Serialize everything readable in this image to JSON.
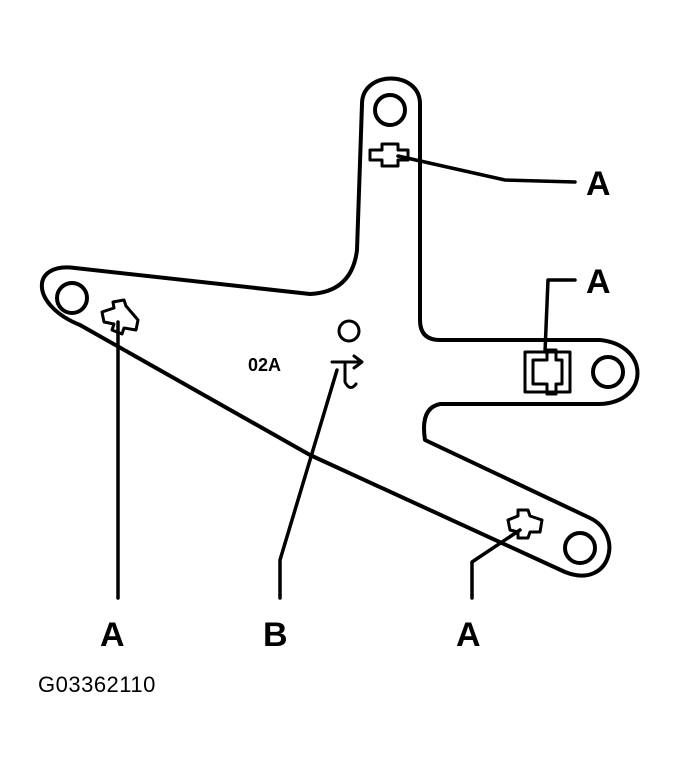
{
  "diagram": {
    "callouts": {
      "a_top": "A",
      "a_right": "A",
      "a_bottom_left": "A",
      "a_bottom_right": "A",
      "b": "B"
    },
    "part_marking": "02A",
    "figure_id": "G03362110"
  }
}
